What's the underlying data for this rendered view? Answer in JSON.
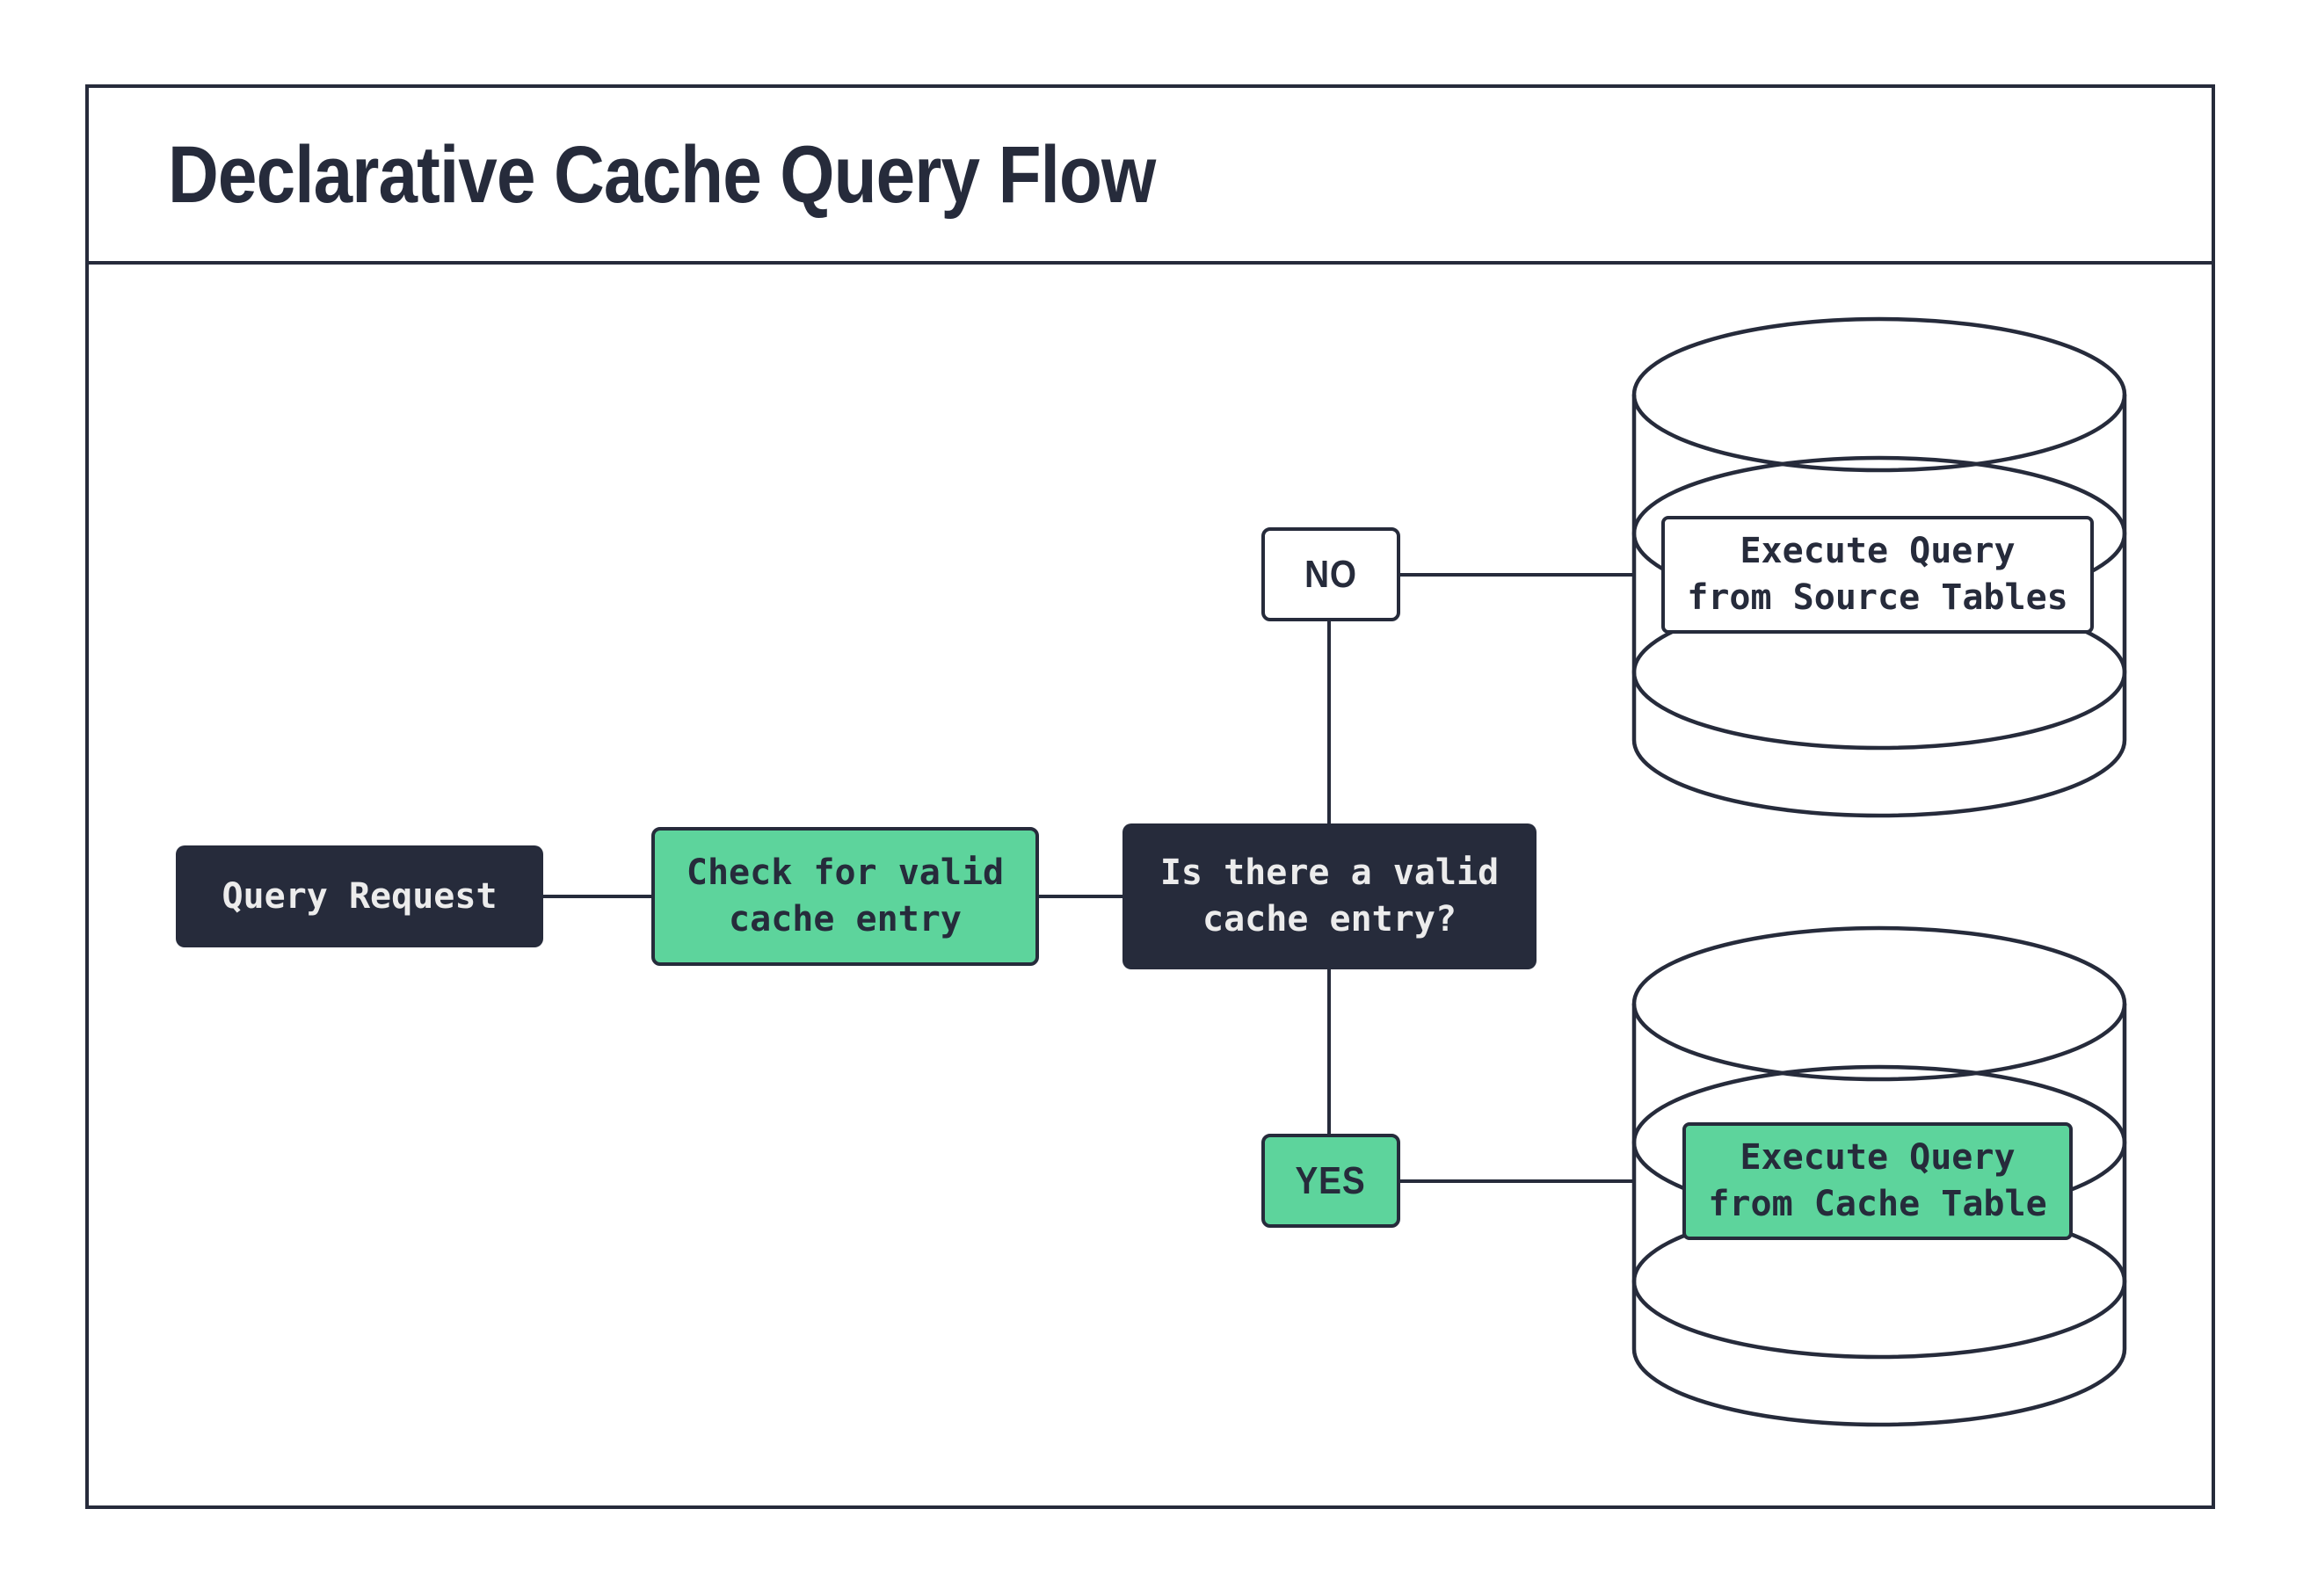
{
  "header": {
    "title": "Declarative Cache Query Flow"
  },
  "colors": {
    "dark": "#262B3B",
    "green": "#5DD49C",
    "light_text": "#ECECEC",
    "white": "#FFFFFF"
  },
  "flow": {
    "query_request": {
      "label": "Query Request"
    },
    "check_cache": {
      "lines": [
        "Check for valid",
        "cache entry"
      ]
    },
    "decision": {
      "lines": [
        "Is there a valid",
        "cache entry?"
      ]
    },
    "branch_no": {
      "label": "NO"
    },
    "branch_yes": {
      "label": "YES"
    },
    "source_db": {
      "lines": [
        "Execute Query",
        "from Source Tables"
      ]
    },
    "cache_db": {
      "lines": [
        "Execute Query",
        "from Cache Table"
      ]
    }
  }
}
